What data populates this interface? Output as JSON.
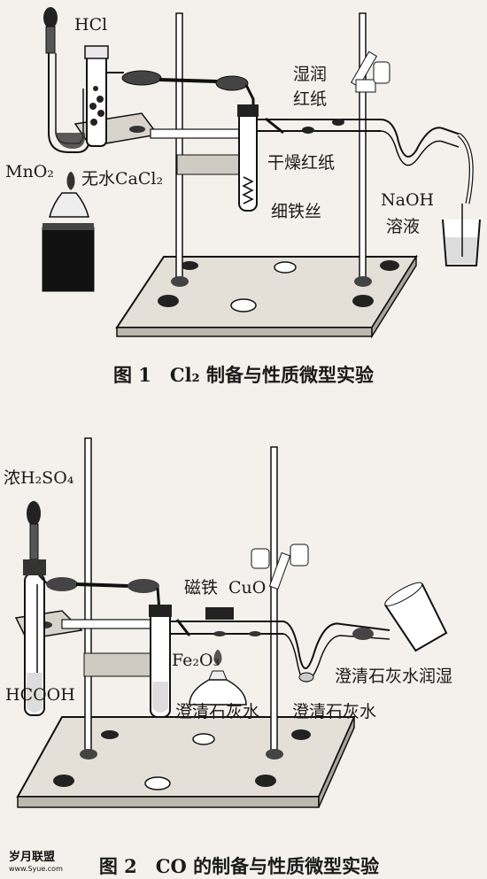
{
  "figure1": {
    "labels": {
      "hcl": "HCl",
      "mno2": "MnO₂",
      "cacl2": "无水CaCl₂",
      "wet_paper_1": "湿润",
      "wet_paper_2": "红纸",
      "dry_paper": "干燥红纸",
      "iron_wire": "细铁丝",
      "naoh_1": "NaOH",
      "naoh_2": "溶液"
    },
    "caption": "图 1　Cl₂ 制备与性质微型实验"
  },
  "figure2": {
    "labels": {
      "conc_h2so4": "浓H₂SO₄",
      "magnet": "磁铁",
      "cuo": "CuO",
      "fe2o3": "Fe₂O₃",
      "hcooh": "HCOOH",
      "limewater_1": "澄清石灰水",
      "limewater_2": "澄清石灰水",
      "limewater_wet": "澄清石灰水润湿"
    },
    "caption": "图 2　CO 的制备与性质微型实验"
  },
  "watermark": {
    "text": "岁月联盟",
    "url": "www.Syue.com"
  }
}
